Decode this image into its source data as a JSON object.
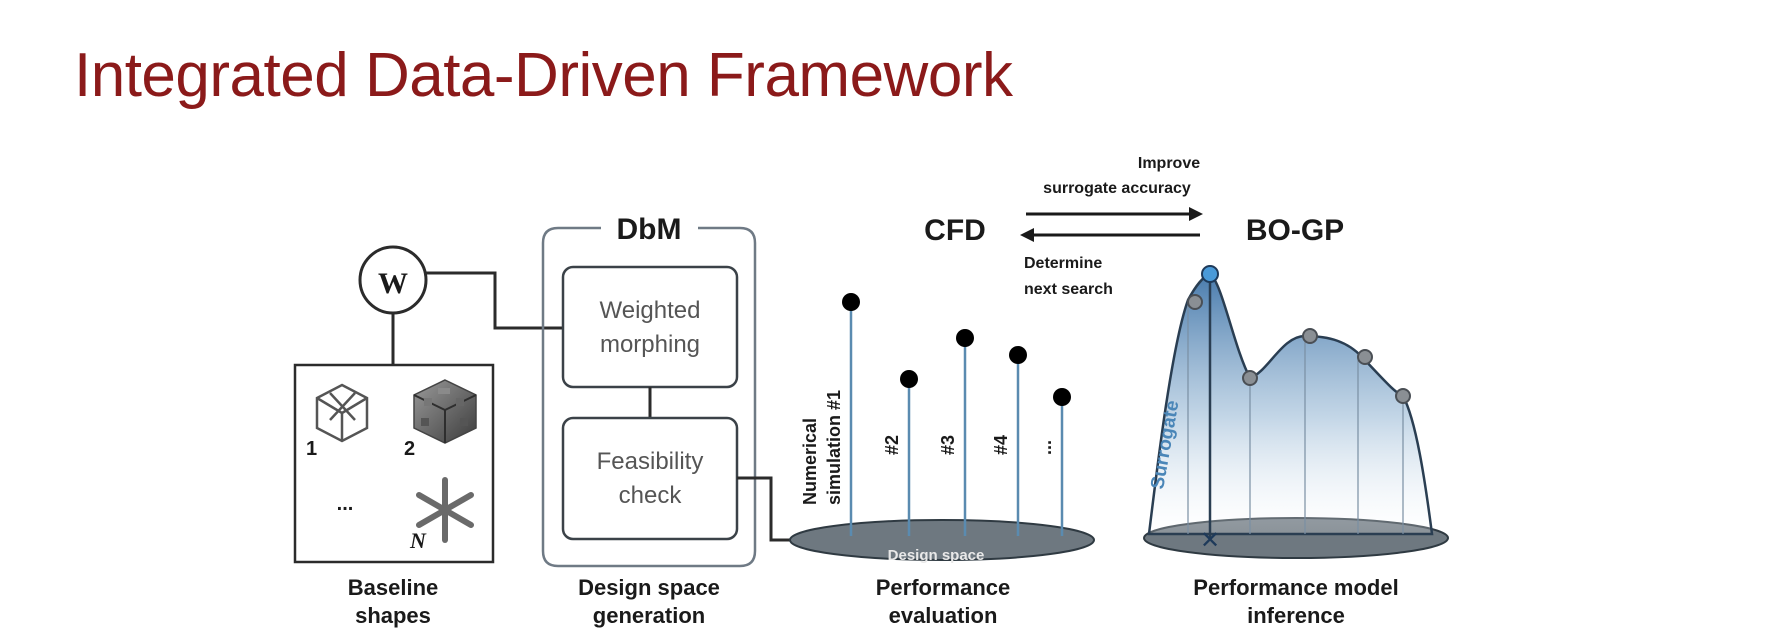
{
  "title": "Integrated Data-Driven Framework",
  "baseline": {
    "weight_symbol": "W",
    "shape_numbers": [
      "1",
      "2",
      "...",
      "N"
    ],
    "caption": [
      "Baseline",
      "shapes"
    ]
  },
  "dbm": {
    "title": "DbM",
    "step1": [
      "Weighted",
      "morphing"
    ],
    "step2": [
      "Feasibility",
      "check"
    ],
    "caption": [
      "Design space",
      "generation"
    ]
  },
  "cfd": {
    "title": "CFD",
    "sim_labels": [
      "Numerical",
      "simulation #1",
      "#2",
      "#3",
      "#4",
      "..."
    ],
    "design_space": "Design space",
    "caption": [
      "Performance",
      "evaluation"
    ]
  },
  "bogp": {
    "title": "BO-GP",
    "surrogate": "Surrogate",
    "caption": [
      "Performance model",
      "inference"
    ],
    "optimum_marker": "✕"
  },
  "arrows": {
    "forward": [
      "Improve",
      "surrogate accuracy"
    ],
    "backward": [
      "Determine",
      "next search"
    ]
  },
  "colors": {
    "title": "#8b1a1a",
    "line": "#3d4f5c",
    "stem": "#5a8bb0",
    "accent": "#4a9ad8",
    "surface_top": "#5a88b6",
    "design_plane": "#6e7880"
  }
}
